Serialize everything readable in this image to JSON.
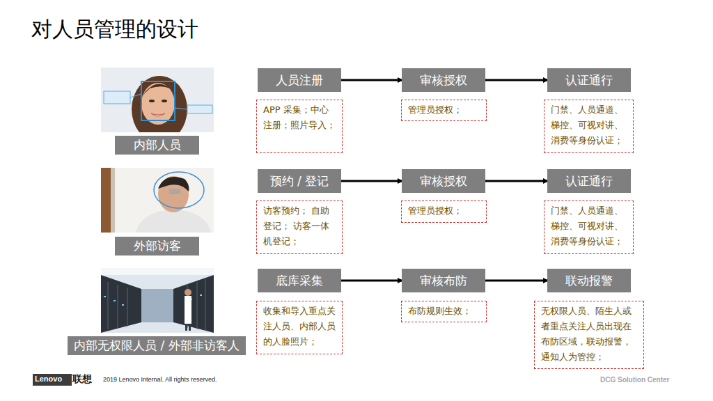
{
  "diagram": {
    "title": "对人员管理的设计",
    "nodes": [
      {
        "text": [
          "内部人员"
        ]
      },
      {
        "text": [
          "人员注册"
        ]
      },
      {
        "text": [
          "APP 采集；中心注册；照片导入；"
        ]
      },
      {
        "text": [
          "审核授权"
        ]
      },
      {
        "text": [
          "管理员授权；"
        ]
      },
      {
        "text": [
          "认证通行"
        ]
      },
      {
        "text": [
          "门禁、人员通道、梯控、可视对讲、消费等身份认证；"
        ]
      },
      {
        "text": [
          "外部访客"
        ]
      },
      {
        "text": [
          "预约 / 登记"
        ]
      },
      {
        "text": [
          "访客预约； 自助登记； 访客一体机登记；"
        ]
      },
      {
        "text": [
          "审核授权"
        ]
      },
      {
        "text": [
          "管理员授权；"
        ]
      },
      {
        "text": [
          "认证通行"
        ]
      },
      {
        "text": [
          "门禁、人员通道、梯控、可视对讲、消费等身份认证；"
        ]
      },
      {
        "text": [
          "内部无权限人员 / 外部非访客人"
        ]
      },
      {
        "text": [
          "底库采集"
        ]
      },
      {
        "text": [
          "收集和导入重点关注人员、内部人员的人脸照片；"
        ]
      },
      {
        "text": [
          "审核布防"
        ]
      },
      {
        "text": [
          "布防规则生效；"
        ]
      },
      {
        "text": [
          "联动报警"
        ]
      },
      {
        "text": [
          "无权限人员、陌生人或者重点关注人员出现在布防区域，联动报警，通知人为管控；"
        ]
      }
    ],
    "edges": [
      {
        "from": 1,
        "to": 3,
        "arrow": "to"
      },
      {
        "from": 3,
        "to": 5,
        "arrow": "to"
      },
      {
        "from": 8,
        "to": 10,
        "arrow": "to"
      },
      {
        "from": 10,
        "to": 12,
        "arrow": "to"
      },
      {
        "from": 15,
        "to": 17,
        "arrow": "to"
      },
      {
        "from": 17,
        "to": 19,
        "arrow": "to"
      }
    ],
    "labels": [
      "Lenovo",
      "联想",
      "2019 Lenovo Internal. All rights reserved.",
      "DCG Solution Center"
    ]
  }
}
